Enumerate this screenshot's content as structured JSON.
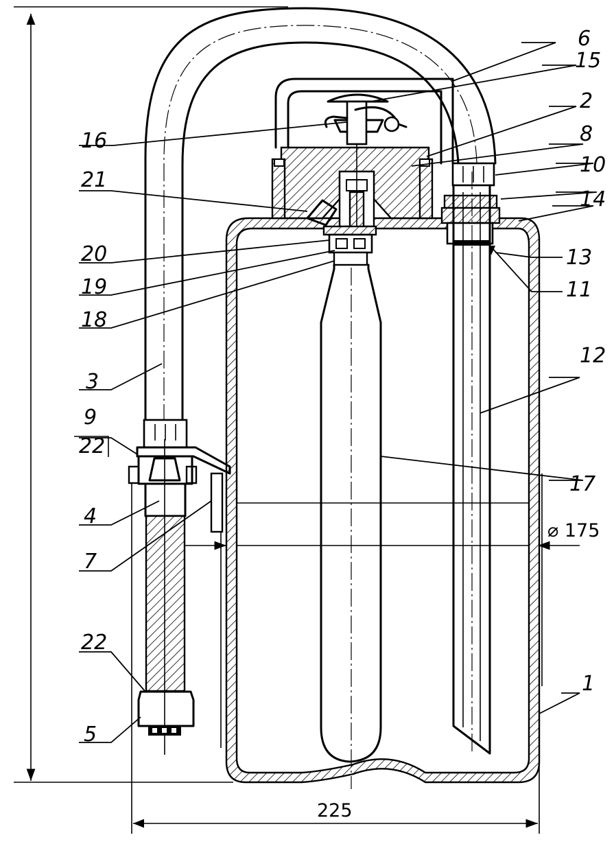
{
  "labels": {
    "n1": "1",
    "n2": "2",
    "n3": "3",
    "n4": "4",
    "n5": "5",
    "n6": "6",
    "n7": "7",
    "n8": "8",
    "n9": "9",
    "n10": "10",
    "n11": "11",
    "n12": "12",
    "n13": "13",
    "n14": "14",
    "n15": "15",
    "n16": "16",
    "n17": "17",
    "n18": "18",
    "n19": "19",
    "n20": "20",
    "n21": "21",
    "n22a": "22",
    "n22b": "22"
  },
  "dimensions": {
    "width": "225",
    "diameter": "⌀ 175"
  }
}
